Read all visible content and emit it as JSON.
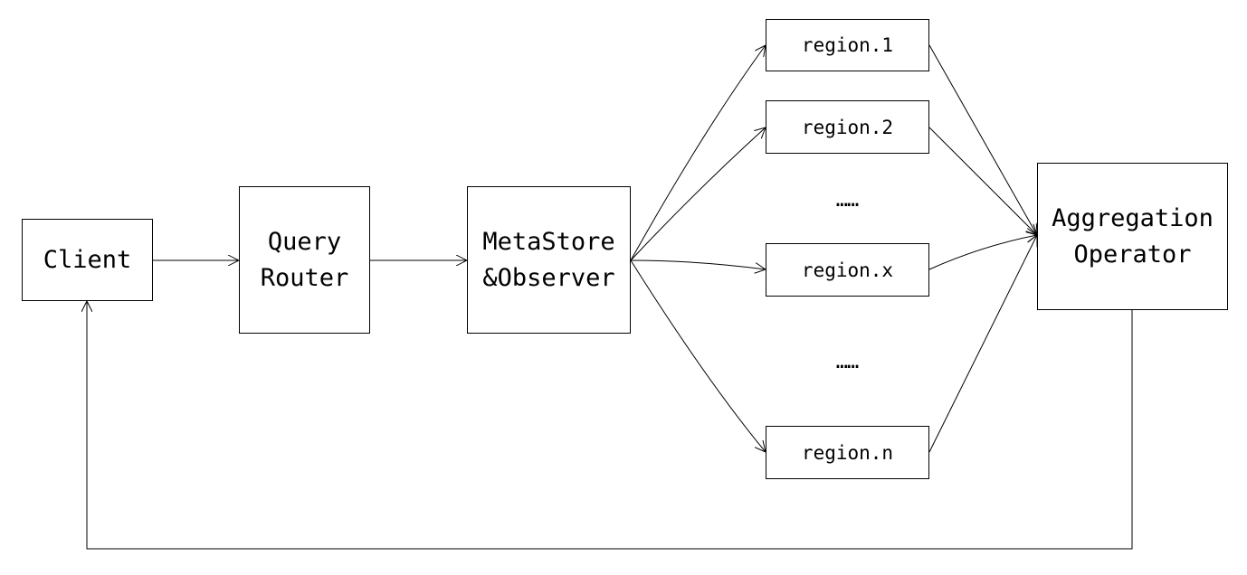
{
  "nodes": {
    "client": {
      "line1": "Client"
    },
    "router": {
      "line1": "Query",
      "line2": "Router"
    },
    "meta": {
      "line1": "MetaStore",
      "line2": "&Observer"
    },
    "region_1": {
      "label": "region.1"
    },
    "region_2": {
      "label": "region.2"
    },
    "region_x": {
      "label": "region.x"
    },
    "region_n": {
      "label": "region.n"
    },
    "aggregation": {
      "line1": "Aggregation",
      "line2": "Operator"
    }
  },
  "ellipses": [
    "……",
    "……"
  ],
  "colors": {
    "stroke": "#000000",
    "background": "#ffffff"
  }
}
